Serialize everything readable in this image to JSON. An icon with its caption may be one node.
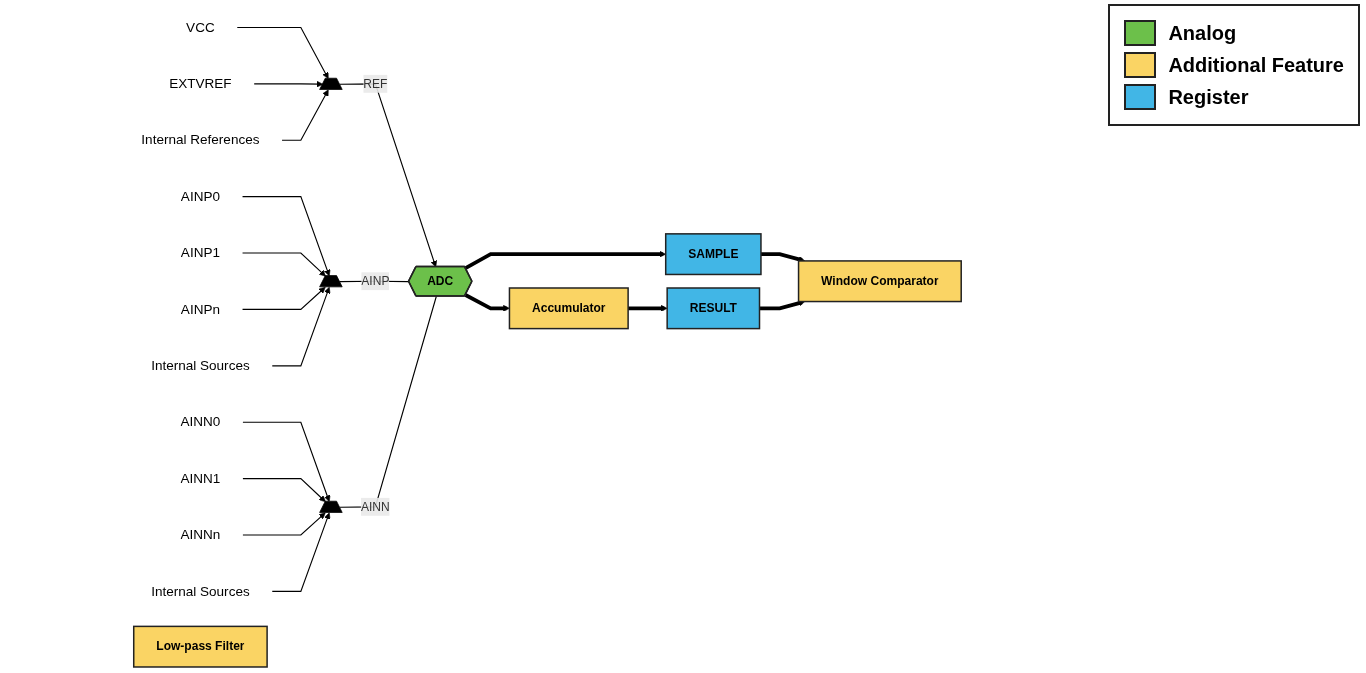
{
  "diagram": {
    "nodes": [
      {
        "text": [
          "VCC"
        ]
      },
      {
        "text": [
          "EXTVREF"
        ]
      },
      {
        "text": [
          "Internal References"
        ]
      },
      {
        "text": [],
        "shape": "trapezoid"
      },
      {
        "text": [
          "AINP0"
        ]
      },
      {
        "text": [
          "AINP1"
        ]
      },
      {
        "text": [
          "AINPn"
        ]
      },
      {
        "text": [
          "Internal Sources"
        ]
      },
      {
        "text": [],
        "shape": "trapezoid"
      },
      {
        "text": [
          "AINN0"
        ]
      },
      {
        "text": [
          "AINN1"
        ]
      },
      {
        "text": [
          "AINNn"
        ]
      },
      {
        "text": [
          "Internal Sources"
        ]
      },
      {
        "text": [],
        "shape": "trapezoid"
      },
      {
        "text": [
          "ADC"
        ]
      },
      {
        "text": [
          "Low-pass Filter"
        ]
      },
      {
        "text": [
          "Accumulator"
        ]
      },
      {
        "text": [
          "SAMPLE"
        ]
      },
      {
        "text": [
          "Window Comparator"
        ]
      },
      {
        "text": [
          "RESULT"
        ]
      }
    ],
    "edges": [
      {
        "from": 0,
        "to": 3,
        "arrow": "to"
      },
      {
        "from": 1,
        "to": 3,
        "arrow": "to"
      },
      {
        "from": 2,
        "to": 3,
        "arrow": "to"
      },
      {
        "from": 3,
        "to": 14,
        "arrow": "to",
        "label": "REF"
      },
      {
        "from": 4,
        "to": 8,
        "arrow": "to"
      },
      {
        "from": 5,
        "to": 8,
        "arrow": "to"
      },
      {
        "from": 6,
        "to": 8,
        "arrow": "to"
      },
      {
        "from": 7,
        "to": 8,
        "arrow": "to"
      },
      {
        "from": 8,
        "to": 14,
        "arrow": "none",
        "label": "AINP"
      },
      {
        "from": 9,
        "to": 13,
        "arrow": "to"
      },
      {
        "from": 10,
        "to": 13,
        "arrow": "to"
      },
      {
        "from": 11,
        "to": 13,
        "arrow": "to"
      },
      {
        "from": 12,
        "to": 13,
        "arrow": "to"
      },
      {
        "from": 13,
        "to": 14,
        "arrow": "none",
        "label": "AINN"
      },
      {
        "from": 14,
        "to": 17,
        "arrow": "to",
        "style": "thick"
      },
      {
        "from": 14,
        "to": 16,
        "arrow": "to",
        "style": "thick"
      },
      {
        "from": 16,
        "to": 19,
        "arrow": "to",
        "style": "thick"
      },
      {
        "from": 17,
        "to": 18,
        "arrow": "to",
        "style": "thick"
      },
      {
        "from": 19,
        "to": 18,
        "arrow": "to",
        "style": "thick"
      }
    ],
    "legend": [
      {
        "text": "Analog",
        "color": "#6cc04a"
      },
      {
        "text": "Additional Feature",
        "color": "#fad464"
      },
      {
        "text": "Register",
        "color": "#41b6e6"
      }
    ]
  }
}
